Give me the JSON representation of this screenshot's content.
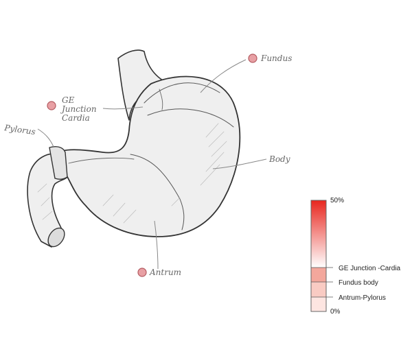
{
  "labels": {
    "fundus": "Fundus",
    "ge_line1": "GE",
    "ge_line2": "Junction",
    "ge_line3": "Cardia",
    "pylorus": "Pylorus",
    "body": "Body",
    "antrum": "Antrum"
  },
  "marker_color": "#e8a0a4",
  "scale": {
    "max_label": "50%",
    "min_label": "0%",
    "bands": [
      {
        "label": "GE Junction -Cardia",
        "color": "#f3a79c"
      },
      {
        "label": "Fundus body",
        "color": "#f9cbc3"
      },
      {
        "label": "Antrum-Pylorus",
        "color": "#fde5e1"
      }
    ]
  }
}
